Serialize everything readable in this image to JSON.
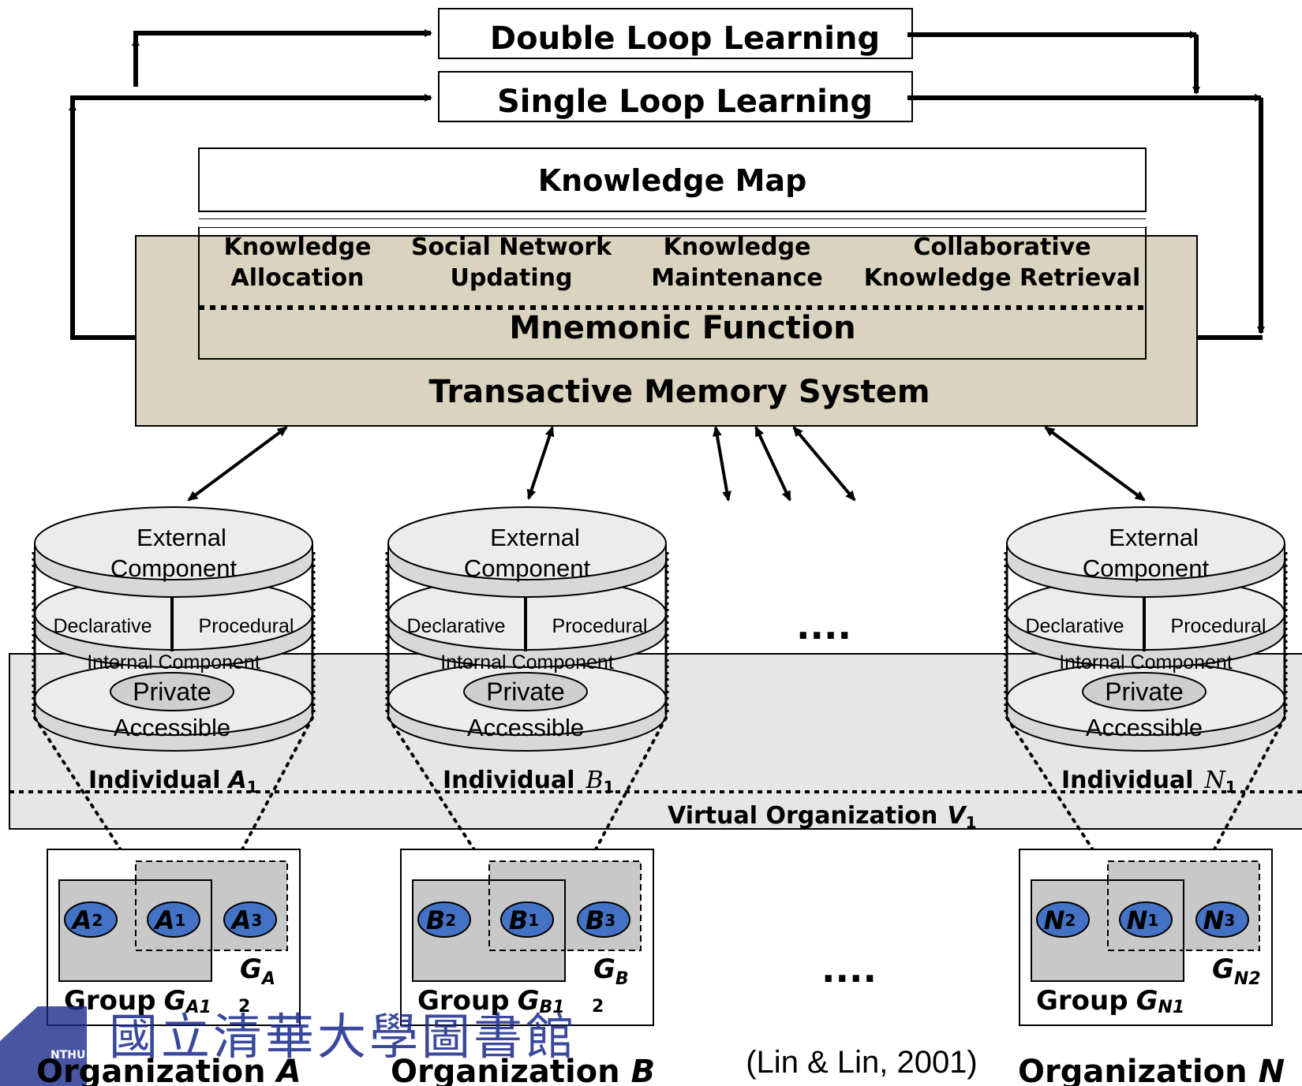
{
  "loops": {
    "double_loop": "Double Loop Learning",
    "single_loop": "Single Loop Learning"
  },
  "knowledge_map": {
    "title": "Knowledge Map",
    "functions": [
      {
        "line1": "Knowledge",
        "line2": "Allocation"
      },
      {
        "line1": "Social Network",
        "line2": "Updating"
      },
      {
        "line1": "Knowledge",
        "line2": "Maintenance"
      },
      {
        "line1": "Collaborative",
        "line2": "Knowledge Retrieval"
      }
    ],
    "mnemonic": "Mnemonic Function"
  },
  "tms": {
    "title": "Transactive Memory System"
  },
  "component": {
    "external_line1": "External",
    "external_line2": "Component",
    "declarative": "Declarative",
    "procedural": "Procedural",
    "internal": "Internal Component",
    "private": "Private",
    "accessible": "Accessible"
  },
  "individuals": [
    {
      "label": "Individual",
      "letter": "A",
      "sub": "1"
    },
    {
      "label": "Individual",
      "letter": "B",
      "sub": "1"
    },
    {
      "label": "Individual",
      "letter": "N",
      "sub": "1"
    }
  ],
  "ellipsis_top": "....",
  "ellipsis_bottom": "....",
  "virtual_org": {
    "label": "Virtual Organization",
    "letter": "V",
    "sub": "1"
  },
  "groups": [
    {
      "members": [
        {
          "l": "A",
          "s": "2"
        },
        {
          "l": "A",
          "s": "1"
        },
        {
          "l": "A",
          "s": "3"
        }
      ],
      "group_word": "Group",
      "g1_letter": "G",
      "g1_sub": "A1",
      "g2_letter": "G",
      "g2_sub": "A",
      "g2_num": "2"
    },
    {
      "members": [
        {
          "l": "B",
          "s": "2"
        },
        {
          "l": "B",
          "s": "1"
        },
        {
          "l": "B",
          "s": "3"
        }
      ],
      "group_word": "Group",
      "g1_letter": "G",
      "g1_sub": "B1",
      "g2_letter": "G",
      "g2_sub": "B",
      "g2_num": "2"
    },
    {
      "members": [
        {
          "l": "N",
          "s": "2"
        },
        {
          "l": "N",
          "s": "1"
        },
        {
          "l": "N",
          "s": "3"
        }
      ],
      "group_word": "Group",
      "g1_letter": "G",
      "g1_sub": "N1",
      "g2_letter": "G",
      "g2_sub": "N2",
      "g2_num": ""
    }
  ],
  "organizations": [
    {
      "word": "Organization",
      "letter": "A"
    },
    {
      "word": "Organization",
      "letter": "B"
    },
    {
      "word": "Organization",
      "letter": "N"
    }
  ],
  "citation": "(Lin & Lin, 2001)",
  "watermark": {
    "chinese": "國立清華大學圖書館",
    "logo_text": "NTHU"
  },
  "colors": {
    "tms_fill": "#d9d3bf",
    "band_fill": "#e6e6e6",
    "disk_fill": "#ececec",
    "group_fill": "#c8c8c8",
    "node_fill": "#4472c4",
    "watermark": "#1a2a8c"
  }
}
